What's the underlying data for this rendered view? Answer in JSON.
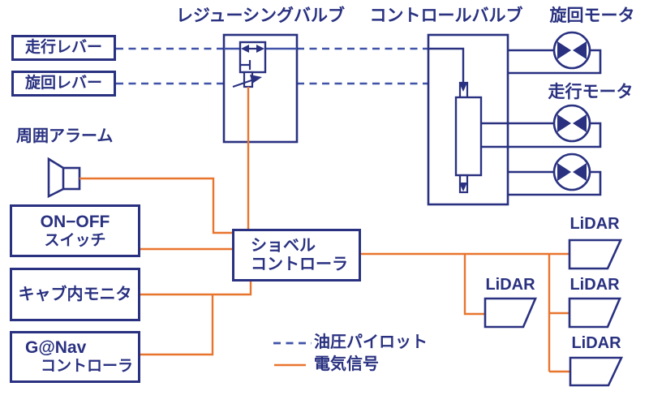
{
  "diagram": {
    "titles": {
      "reducing_valve": "レジューシングバルブ",
      "control_valve": "コントロールバルブ",
      "swing_motor": "旋回モータ",
      "travel_motor": "走行モータ",
      "surround_alarm": "周囲アラーム"
    },
    "boxes": {
      "travel_lever": "走行レバー",
      "swing_lever": "旋回レバー",
      "onoff_line1": "ON−OFF",
      "onoff_line2": "スイッチ",
      "cab_monitor": "キャブ内モニタ",
      "gnav_line1": "G@Nav",
      "gnav_line2": "コントローラ",
      "shovel_line1": "ショベル",
      "shovel_line2": "コントローラ"
    },
    "lidar": {
      "labels": [
        "LiDAR",
        "LiDAR",
        "LiDAR",
        "LiDAR"
      ]
    },
    "legend": {
      "hydraulic_pilot": "油圧パイロット",
      "electric_signal": "電気信号"
    },
    "colors": {
      "navy": "#293180",
      "pilot_blue": "#4053a8",
      "signal_orange": "#e8752e"
    }
  }
}
